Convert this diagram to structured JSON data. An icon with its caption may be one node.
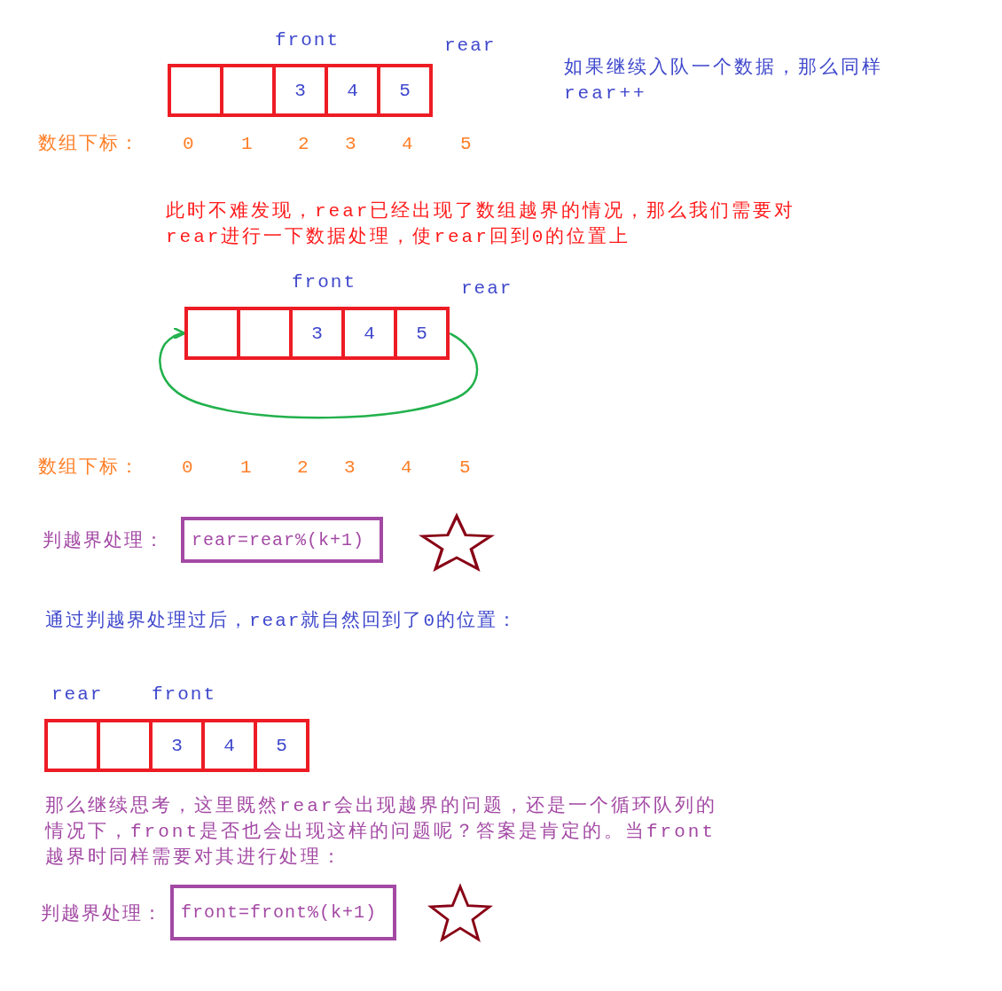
{
  "diagram": {
    "nodes": [
      {
        "text": [],
        "shape": "box"
      },
      {
        "text": [],
        "shape": "box"
      },
      {
        "text": [
          "3"
        ]
      },
      {
        "text": [
          "4"
        ]
      },
      {
        "text": [
          "5"
        ]
      },
      {
        "text": [],
        "shape": "box"
      },
      {
        "text": [],
        "shape": "box"
      },
      {
        "text": [
          "3"
        ]
      },
      {
        "text": [
          "4"
        ]
      },
      {
        "text": [
          "5"
        ]
      },
      {
        "text": [
          "rear=rear%(k+1)"
        ]
      },
      {
        "text": [],
        "shape": "star"
      },
      {
        "text": [],
        "shape": "box"
      },
      {
        "text": [],
        "shape": "box"
      },
      {
        "text": [
          "3"
        ]
      },
      {
        "text": [
          "4"
        ]
      },
      {
        "text": [
          "5"
        ]
      },
      {
        "text": [
          "front=front%(k+1)"
        ]
      },
      {
        "text": [],
        "shape": "star"
      }
    ],
    "edges": [
      {
        "from": 9,
        "to": 5,
        "arrow": "to",
        "color": "#22b14c"
      }
    ],
    "labels": [
      "front",
      "rear",
      "如果继续入队一个数据，那么同样rear++",
      "数组下标：",
      "0",
      "1",
      "2",
      "3",
      "4",
      "5",
      "此时不难发现，rear已经出现了数组越界的情况，那么我们需要对rear进行一下数据处理，使rear回到0的位置上",
      "front",
      "rear",
      "数组下标：",
      "0",
      "1",
      "2",
      "3",
      "4",
      "5",
      "判越界处理：",
      "通过判越界处理过后，rear就自然回到了0的位置：",
      "rear",
      "front",
      "那么继续思考，这里既然rear会出现越界的问题，还是一个循环队列的情况下，front是否也会出现这样的问题呢？答案是肯定的。当front越界时同样需要对其进行处理：",
      "判越界处理："
    ]
  }
}
